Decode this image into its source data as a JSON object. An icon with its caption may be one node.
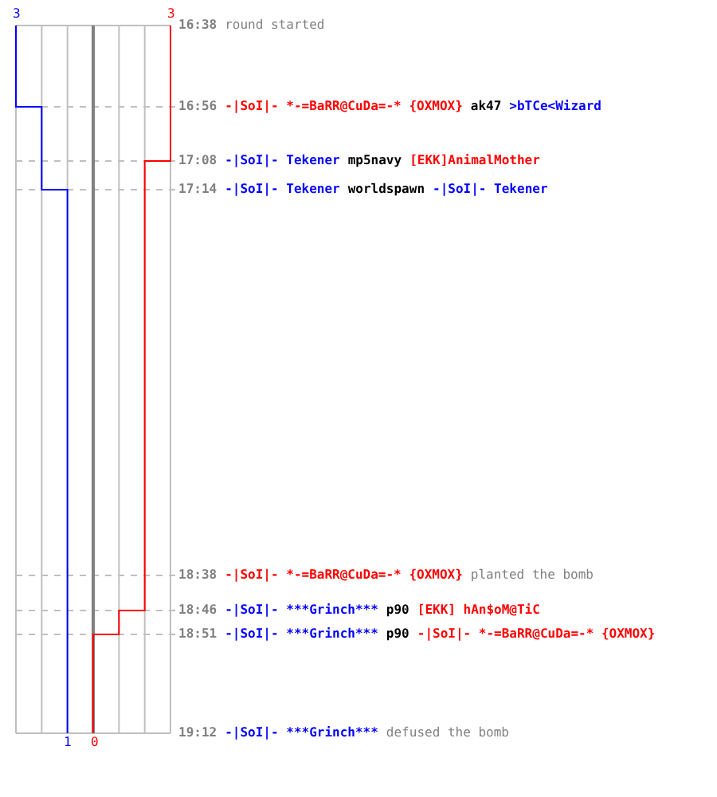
{
  "diagram": {
    "labels": [
      "3",
      "3",
      "16:38",
      "round started",
      "16:56",
      "-|SoI|- *-=BaRR@CuDa=-* {OXMOX}",
      "ak47",
      ">bTCe<Wizard",
      "17:08",
      "-|SoI|- Tekener",
      "mp5navy",
      "[EKK]AnimalMother",
      "17:14",
      "-|SoI|- Tekener",
      "worldspawn",
      "-|SoI|- Tekener",
      "18:38",
      "-|SoI|- *-=BaRR@CuDa=-* {OXMOX}",
      "planted the bomb",
      "18:46",
      "-|SoI|- ***Grinch***",
      "p90",
      "[EKK] hAn$oM@TiC",
      "18:51",
      "-|SoI|- ***Grinch***",
      "p90",
      "-|SoI|- *-=BaRR@CuDa=-* {OXMOX}",
      "19:12",
      "-|SoI|- ***Grinch***",
      "defused the bomb",
      "1",
      "0"
    ]
  }
}
